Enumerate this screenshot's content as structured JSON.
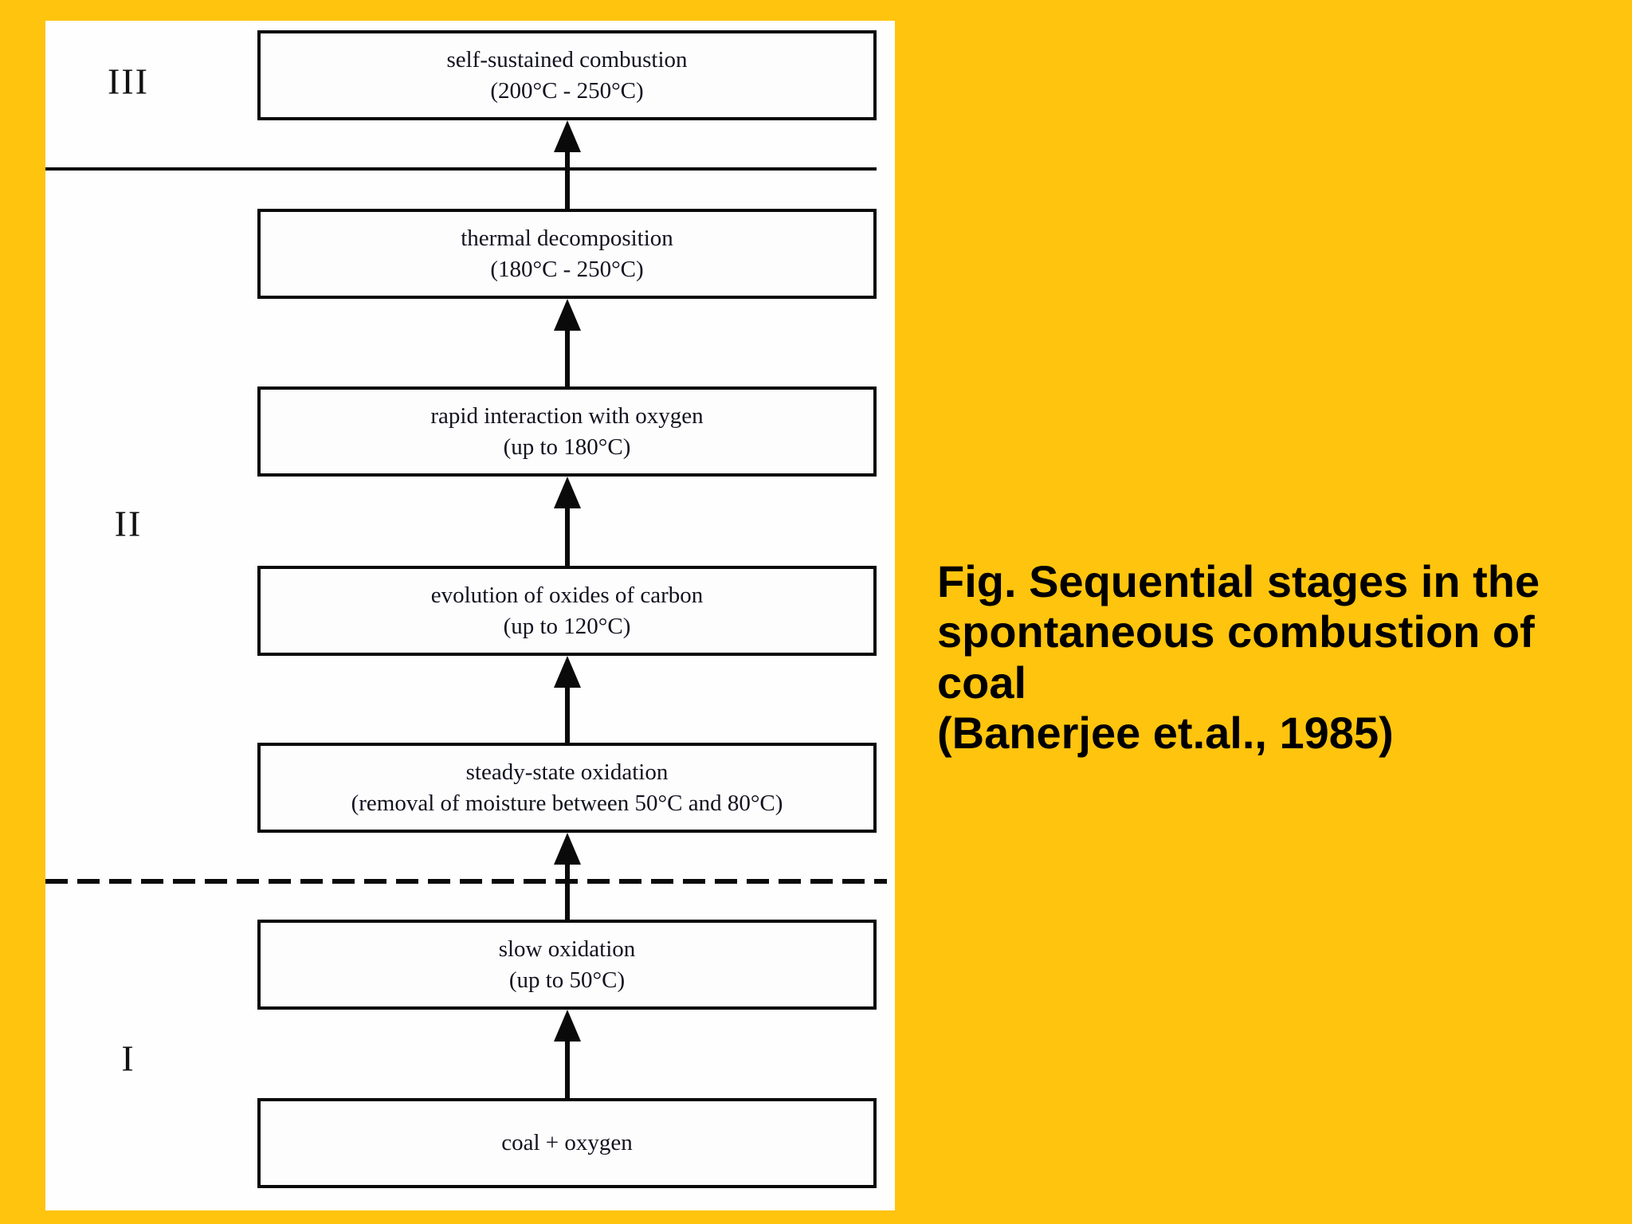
{
  "colors": {
    "slide_background": "#FFC40D",
    "panel_background": "#FEFEFE",
    "diagram_ink": "#0A0A0A",
    "caption_text": "#000000"
  },
  "flowchart": {
    "stages": [
      {
        "label": "III"
      },
      {
        "label": "II"
      },
      {
        "label": "I"
      }
    ],
    "boxes": [
      {
        "line1": "self-sustained combustion",
        "line2": "(200°C - 250°C)"
      },
      {
        "line1": "thermal decomposition",
        "line2": "(180°C - 250°C)"
      },
      {
        "line1": "rapid interaction with oxygen",
        "line2": "(up to 180°C)"
      },
      {
        "line1": "evolution of oxides of carbon",
        "line2": "(up to 120°C)"
      },
      {
        "line1": "steady-state oxidation",
        "line2": "(removal of moisture between 50°C and 80°C)"
      },
      {
        "line1": "slow oxidation",
        "line2": "(up to 50°C)"
      },
      {
        "line1": "coal + oxygen"
      }
    ]
  },
  "caption": {
    "lines": [
      "Fig. Sequential stages in the",
      "spontaneous combustion of coal",
      "(Banerjee et.al., 1985)"
    ]
  }
}
